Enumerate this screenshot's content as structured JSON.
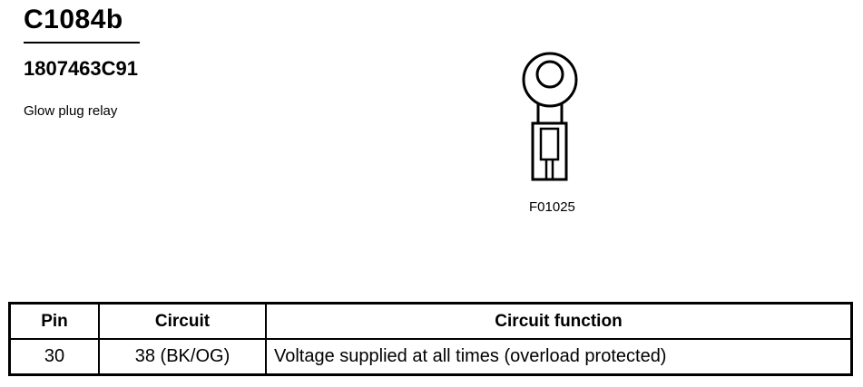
{
  "connector": {
    "id": "C1084b",
    "part_number": "1807463C91",
    "description": "Glow plug relay"
  },
  "figure": {
    "code": "F01025",
    "icon": "ring-terminal-icon"
  },
  "table": {
    "headers": [
      "Pin",
      "Circuit",
      "Circuit function"
    ],
    "rows": [
      [
        "30",
        "38 (BK/OG)",
        "Voltage supplied at all times (overload protected)"
      ]
    ]
  }
}
